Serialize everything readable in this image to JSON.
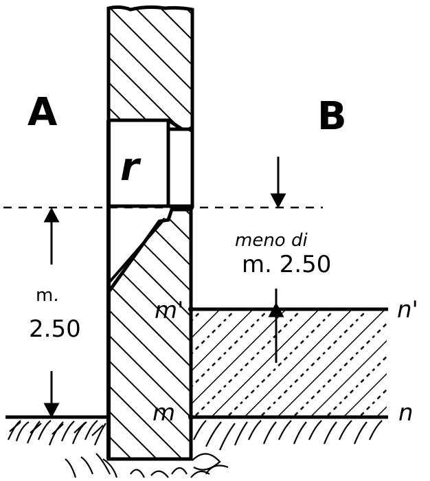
{
  "labels": {
    "left_region": "A",
    "right_region": "B",
    "opening": "r",
    "left_measure_unit": "m.",
    "left_measure_value": "2.50",
    "right_measure_line1": "meno di",
    "right_measure_line2": "m. 2.50",
    "upper_point": "m'",
    "lower_point": "m",
    "upper_level": "n'",
    "lower_level": "n"
  },
  "colors": {
    "ink": "#000000",
    "paper": "#ffffff"
  }
}
